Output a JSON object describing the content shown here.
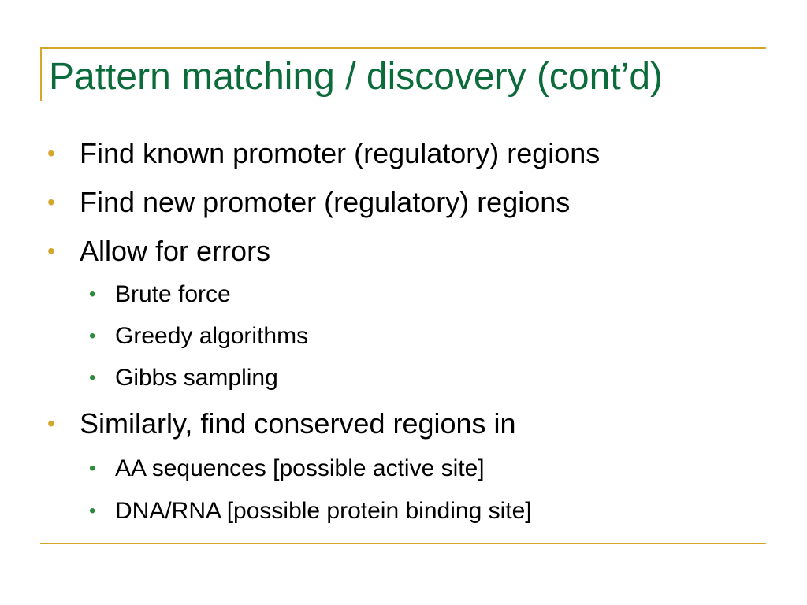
{
  "slide": {
    "title": "Pattern matching / discovery (cont’d)",
    "bullet_glyph": "•",
    "bullets": [
      {
        "text": "Find known promoter (regulatory) regions",
        "level": 1
      },
      {
        "text": "Find new promoter (regulatory) regions",
        "level": 1
      },
      {
        "text": "Allow for errors",
        "level": 1
      },
      {
        "text": "Brute force",
        "level": 2
      },
      {
        "text": "Greedy algorithms",
        "level": 2
      },
      {
        "text": "Gibbs sampling",
        "level": 2
      },
      {
        "text": "Similarly, find conserved regions in",
        "level": 1
      },
      {
        "text": "AA sequences [possible active site]",
        "level": 2
      },
      {
        "text": "DNA/RNA [possible protein binding site]",
        "level": 2
      }
    ]
  },
  "colors": {
    "title": "#0b6b3a",
    "rule": "#d4a62a",
    "bullet_level1": "#d4a62a",
    "bullet_level2": "#2e8b3a",
    "text": "#000000"
  }
}
